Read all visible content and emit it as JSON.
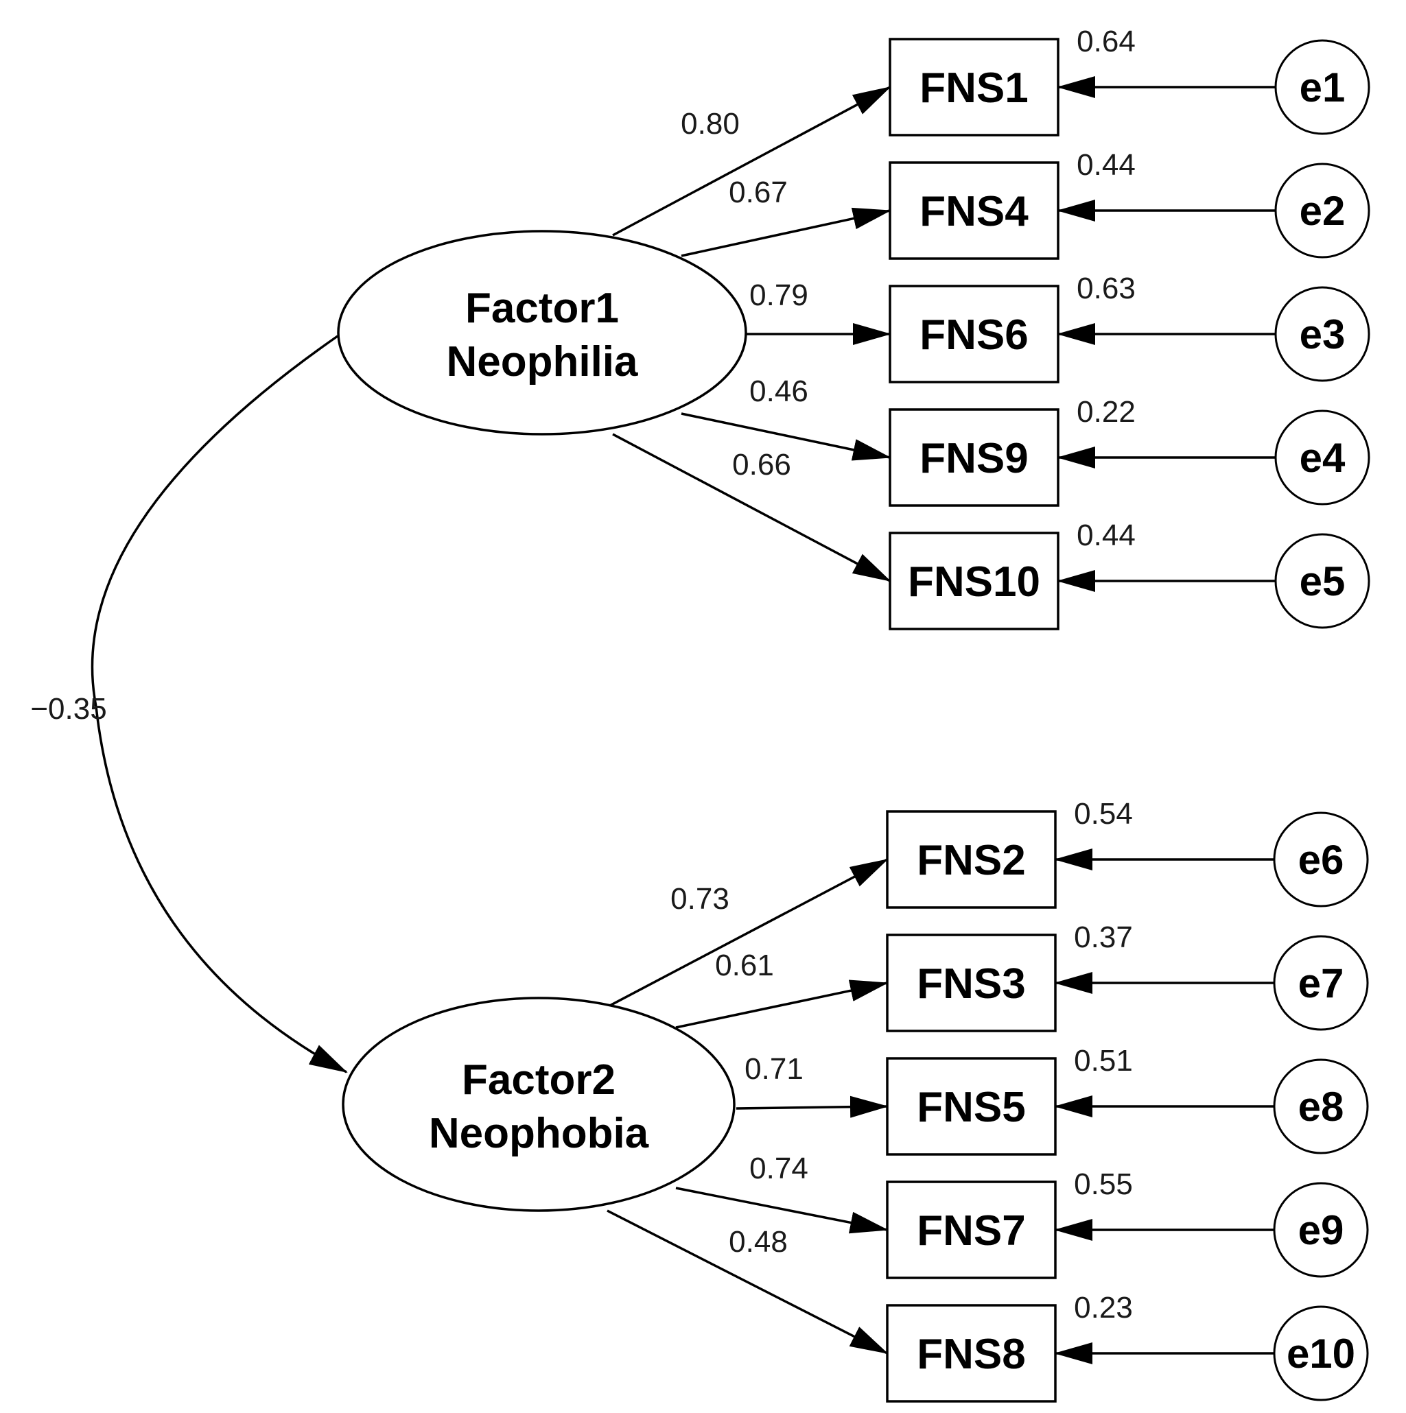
{
  "diagram": {
    "factors": [
      {
        "id": "f1",
        "line1": "Factor1",
        "line2": "Neophilia"
      },
      {
        "id": "f2",
        "line1": "Factor2",
        "line2": "Neophobia"
      }
    ],
    "covariance": {
      "label": "−0.35"
    },
    "indicators": [
      {
        "label": "FNS1",
        "loading": "0.80",
        "r2": "0.64",
        "error": "e1"
      },
      {
        "label": "FNS4",
        "loading": "0.67",
        "r2": "0.44",
        "error": "e2"
      },
      {
        "label": "FNS6",
        "loading": "0.79",
        "r2": "0.63",
        "error": "e3"
      },
      {
        "label": "FNS9",
        "loading": "0.46",
        "r2": "0.22",
        "error": "e4"
      },
      {
        "label": "FNS10",
        "loading": "0.66",
        "r2": "0.44",
        "error": "e5"
      },
      {
        "label": "FNS2",
        "loading": "0.73",
        "r2": "0.54",
        "error": "e6"
      },
      {
        "label": "FNS3",
        "loading": "0.61",
        "r2": "0.37",
        "error": "e7"
      },
      {
        "label": "FNS5",
        "loading": "0.71",
        "r2": "0.51",
        "error": "e8"
      },
      {
        "label": "FNS7",
        "loading": "0.74",
        "r2": "0.55",
        "error": "e9"
      },
      {
        "label": "FNS8",
        "loading": "0.48",
        "r2": "0.23",
        "error": "e10"
      }
    ]
  }
}
